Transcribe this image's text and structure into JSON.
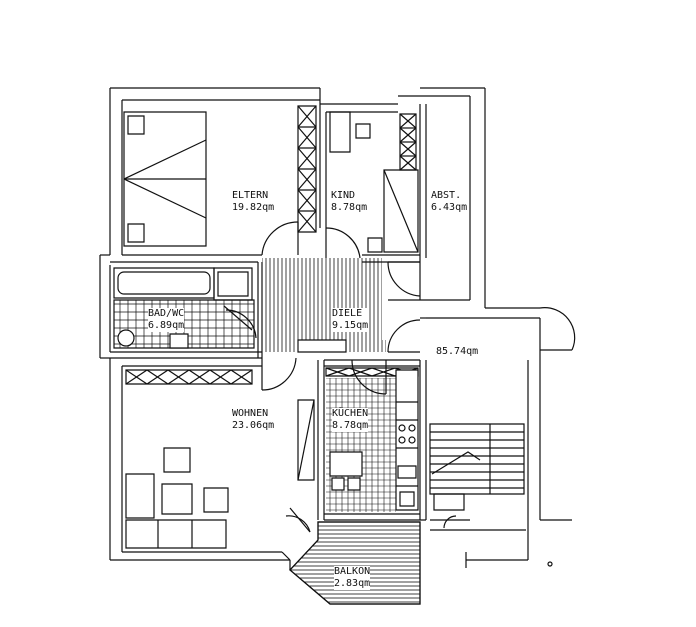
{
  "rooms": [
    {
      "id": "eltern",
      "name": "ELTERN",
      "area": "19.82qm"
    },
    {
      "id": "kind",
      "name": "KIND",
      "area": "8.78qm"
    },
    {
      "id": "abst",
      "name": "ABST.",
      "area": "6.43qm"
    },
    {
      "id": "bad",
      "name": "BAD/WC",
      "area": "6.89qm"
    },
    {
      "id": "diele",
      "name": "DIELE",
      "area": "9.15qm"
    },
    {
      "id": "wohnen",
      "name": "WOHNEN",
      "area": "23.06qm"
    },
    {
      "id": "kuechen",
      "name": "KÜCHEN",
      "area": "8.78qm"
    },
    {
      "id": "balkon",
      "name": "BALKON",
      "area": "2.83qm"
    }
  ],
  "total_area": "85.74qm",
  "colors": {
    "line": "#111111",
    "background": "#ffffff"
  }
}
